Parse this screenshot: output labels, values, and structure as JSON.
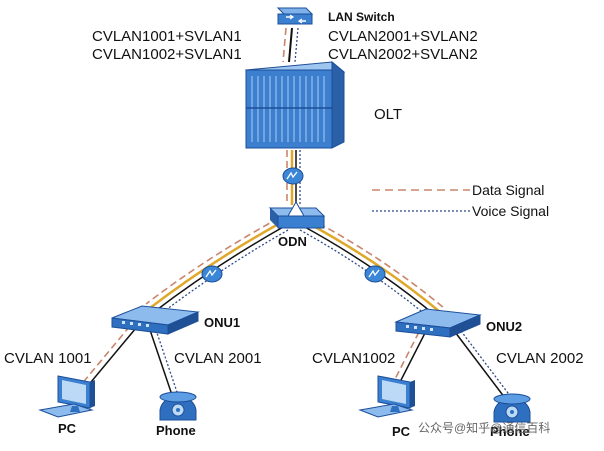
{
  "colors": {
    "data_signal": "#c9856b",
    "voice_signal": "#2f4a8a",
    "fiber_orange": "#e0a82a",
    "device_blue": "#2f6fc0",
    "splitter_blue": "#3b86d6",
    "line_black": "#111111"
  },
  "nodes": {
    "lan_switch": "LAN Switch",
    "olt": "OLT",
    "odn": "ODN",
    "onu1": "ONU1",
    "onu2": "ONU2",
    "pc1": "PC",
    "phone1": "Phone",
    "pc2": "PC",
    "phone2": "Phone"
  },
  "vlans": {
    "left_line1": "CVLAN1001+SVLAN1",
    "left_line2": "CVLAN1002+SVLAN1",
    "right_line1": "CVLAN2001+SVLAN2",
    "right_line2": "CVLAN2002+SVLAN2",
    "onu1_data": "CVLAN 1001",
    "onu1_voice": "CVLAN 2001",
    "onu2_data": "CVLAN1002",
    "onu2_voice": "CVLAN 2002"
  },
  "legend": {
    "data_signal": "Data Signal",
    "voice_signal": "Voice Signal"
  },
  "watermark": {
    "text": "公众号@知乎@通信百科"
  },
  "icons": {
    "switch": "lan-switch-icon",
    "olt": "olt-chassis-icon",
    "splitter": "optical-splitter-icon",
    "onu": "onu-device-icon",
    "pc": "pc-icon",
    "phone": "phone-icon"
  }
}
